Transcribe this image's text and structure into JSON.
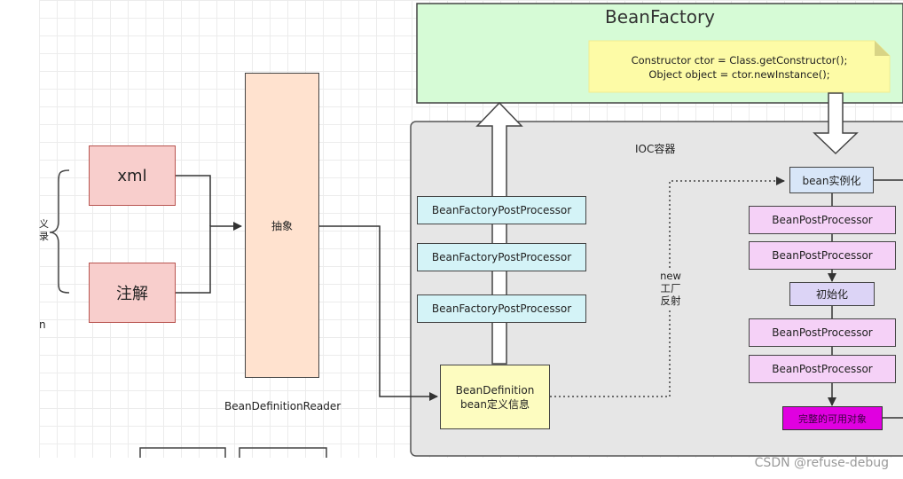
{
  "diagram": {
    "bean_factory": {
      "title": "BeanFactory",
      "note_line1": "Constructor ctor = Class.getConstructor();",
      "note_line2": "Object object = ctor.newInstance();"
    },
    "ioc_container_label": "IOC容器",
    "sources": {
      "xml": "xml",
      "annotation": "注解"
    },
    "edge_fragments": {
      "upper": "义",
      "lower": "录",
      "bottom": "n"
    },
    "abstract_label": "抽象",
    "reader_label": "BeanDefinitionReader",
    "factory_post_processors": [
      "BeanFactoryPostProcessor",
      "BeanFactoryPostProcessor",
      "BeanFactoryPostProcessor"
    ],
    "bean_definition": {
      "line1": "BeanDefinition",
      "line2": "bean定义信息"
    },
    "new_reflect_label": {
      "line1": "new",
      "line2": "工厂",
      "line3": "反射"
    },
    "lifecycle": {
      "instantiate": "bean实例化",
      "post_processors_before": [
        "BeanPostProcessor",
        "BeanPostProcessor"
      ],
      "initialize": "初始化",
      "post_processors_after": [
        "BeanPostProcessor",
        "BeanPostProcessor"
      ],
      "complete_object": "完整的可用对象"
    }
  },
  "watermark": "CSDN @refuse-debug",
  "colors": {
    "bean_factory_fill": "#d6fbd6",
    "ioc_fill": "#e6e6e6",
    "source_fill": "#f8cecc",
    "abstract_fill": "#ffe2cf",
    "factory_pp_fill": "#d4f3f7",
    "bean_definition_fill": "#fdfcc0",
    "bean_pp_fill": "#f5d1f7",
    "instantiate_fill": "#d8e6f8",
    "initialize_fill": "#dcd4f6",
    "complete_fill": "#e000e0"
  }
}
